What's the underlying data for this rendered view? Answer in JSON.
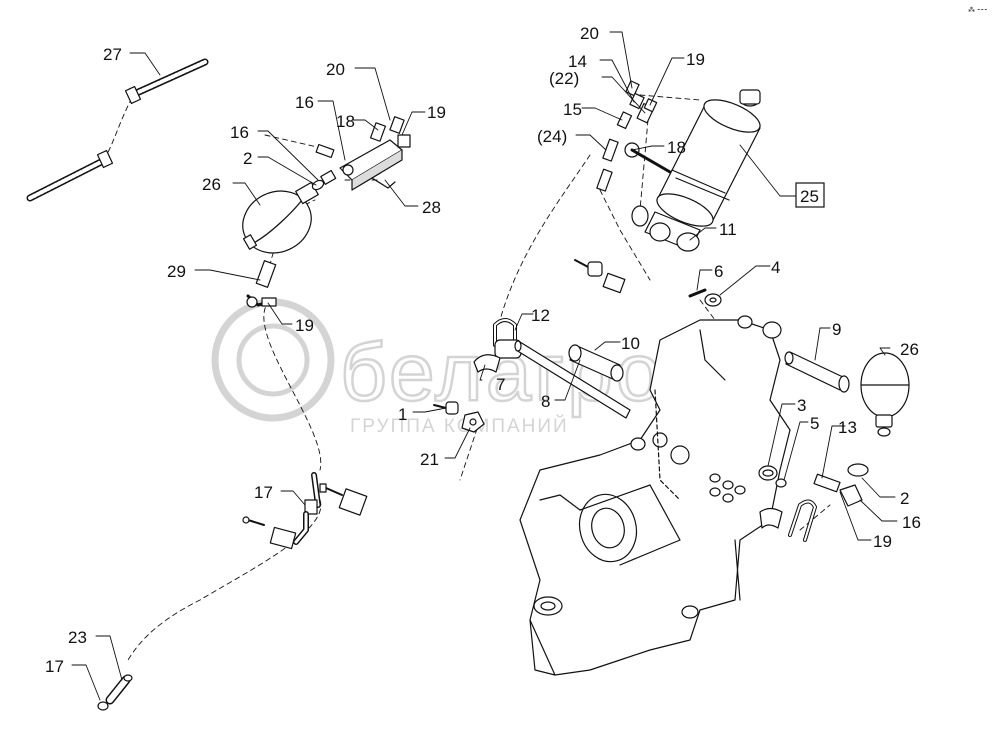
{
  "diagram": {
    "corner_mark": "⁂ ⁃⁃⁃",
    "boxed_callout": "25",
    "callouts": {
      "c27": "27",
      "c20a": "20",
      "c16a": "16",
      "c18a": "18",
      "c19a": "19",
      "c16b": "16",
      "c2a": "2",
      "c26a": "26",
      "c28": "28",
      "c29": "29",
      "c19b": "19",
      "c20b": "20",
      "c14": "14",
      "c22": "(22)",
      "c19c": "19",
      "c15": "15",
      "c24": "(24)",
      "c18b": "18",
      "c11": "11",
      "c6": "6",
      "c4": "4",
      "c12": "12",
      "c10": "10",
      "c7": "7",
      "c8": "8",
      "c9": "9",
      "c26b": "26",
      "c1": "1",
      "c21": "21",
      "c3": "3",
      "c5": "5",
      "c13": "13",
      "c2b": "2",
      "c16c": "16",
      "c19d": "19",
      "c17a": "17",
      "c23": "23",
      "c17b": "17"
    }
  },
  "watermark": {
    "brand": "белагро",
    "tagline": "ГРУППА КОМПАНИЙ",
    "color": "#d4d4d4"
  },
  "colors": {
    "line": "#111111",
    "fill": "#ffffff",
    "shade": "#dcdcdc"
  }
}
